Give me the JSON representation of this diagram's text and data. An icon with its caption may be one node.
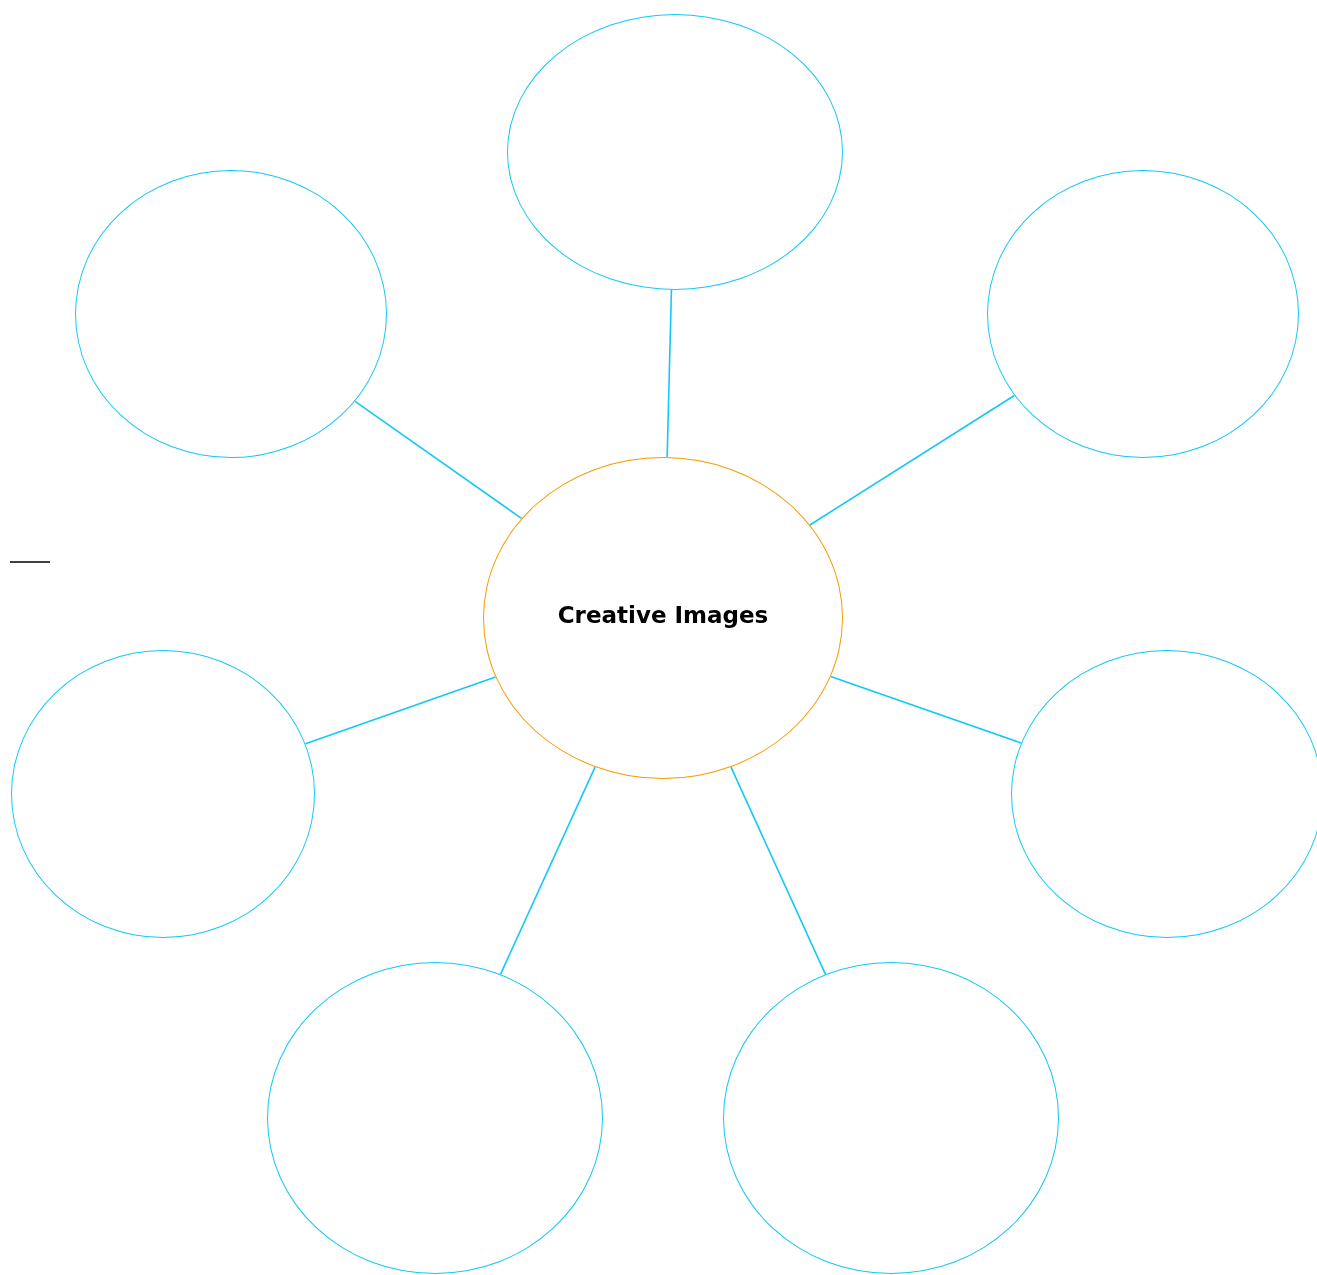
{
  "diagram": {
    "nodes": [
      {
        "text": [],
        "shape": "ellipse"
      },
      {
        "text": [],
        "shape": "ellipse"
      },
      {
        "text": [],
        "shape": "ellipse"
      },
      {
        "text": [
          "Creative Images"
        ]
      },
      {
        "text": [],
        "shape": "ellipse"
      },
      {
        "text": [],
        "shape": "ellipse"
      },
      {
        "text": [],
        "shape": "ellipse"
      },
      {
        "text": [],
        "shape": "ellipse"
      }
    ],
    "edges": [
      {
        "from": 3,
        "to": 0,
        "arrow": "none"
      },
      {
        "from": 3,
        "to": 1,
        "arrow": "none"
      },
      {
        "from": 3,
        "to": 2,
        "arrow": "none"
      },
      {
        "from": 3,
        "to": 4,
        "arrow": "none"
      },
      {
        "from": 3,
        "to": 5,
        "arrow": "none"
      },
      {
        "from": 3,
        "to": 6,
        "arrow": "none"
      },
      {
        "from": 3,
        "to": 7,
        "arrow": "none"
      }
    ]
  }
}
